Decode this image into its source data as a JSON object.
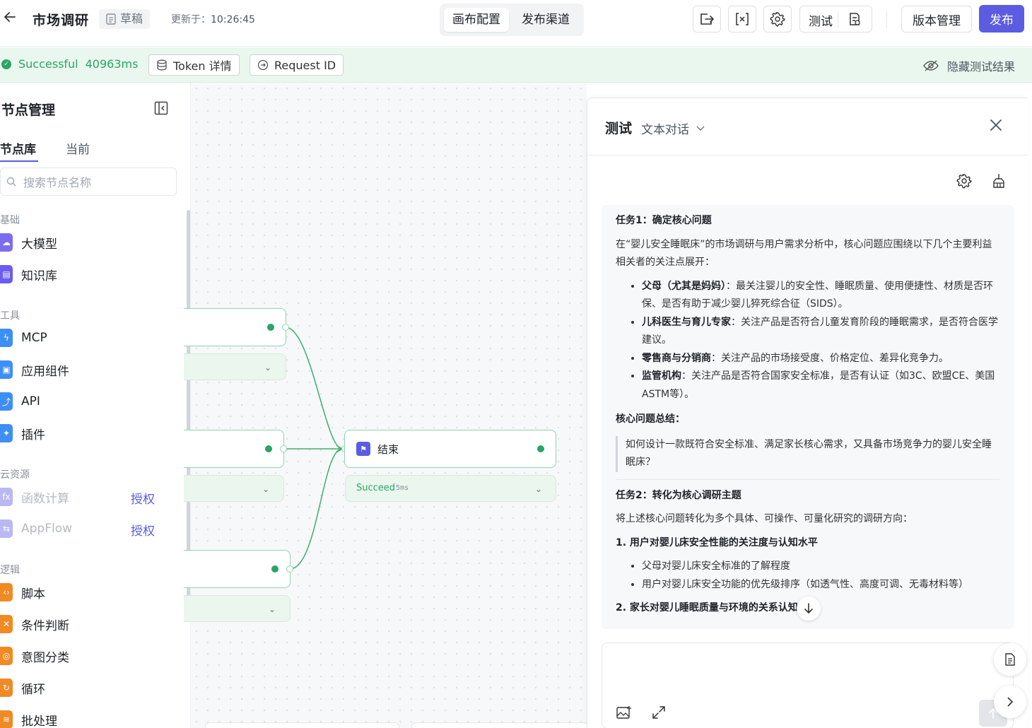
{
  "header": {
    "back_icon": "arrow-left-icon",
    "title": "市场调研",
    "draft_label": "草稿",
    "updated_label": "更新于：",
    "updated_time": "10:26:45",
    "tabs": [
      {
        "label": "画布配置",
        "active": true
      },
      {
        "label": "发布渠道",
        "active": false
      }
    ],
    "test_label": "测试",
    "version_label": "版本管理",
    "publish_label": "发布",
    "accent": "#5b5ce2"
  },
  "status": {
    "state": "Successful",
    "duration": "40963ms",
    "token_label": "Token 详情",
    "request_label": "Request ID",
    "hide_label": "隐藏测试结果",
    "color": "#2aa564"
  },
  "sidebar": {
    "title": "节点管理",
    "tabs": [
      "节点库",
      "当前"
    ],
    "search_placeholder": "搜索节点名称",
    "groups": [
      {
        "label": "基础",
        "items": [
          {
            "label": "大模型",
            "icon": "llm-icon",
            "color": "#7c6cf0"
          },
          {
            "label": "知识库",
            "icon": "book-icon",
            "color": "#6a5cf0"
          }
        ]
      },
      {
        "label": "工具",
        "items": [
          {
            "label": "MCP",
            "icon": "bolt-icon",
            "color": "#3d8ef5"
          },
          {
            "label": "应用组件",
            "icon": "component-icon",
            "color": "#3d8ef5"
          },
          {
            "label": "API",
            "icon": "api-icon",
            "color": "#3d8ef5"
          },
          {
            "label": "插件",
            "icon": "plugin-icon",
            "color": "#3d8ef5"
          }
        ]
      },
      {
        "label": "云资源",
        "items": [
          {
            "label": "函数计算",
            "icon": "function-icon",
            "color": "#b9b8f3",
            "action": "授权"
          },
          {
            "label": "AppFlow",
            "icon": "flow-icon",
            "color": "#b9b8f3",
            "action": "授权"
          }
        ]
      },
      {
        "label": "逻辑",
        "items": [
          {
            "label": "脚本",
            "icon": "script-icon",
            "color": "#f08a24"
          },
          {
            "label": "条件判断",
            "icon": "branch-icon",
            "color": "#f08a24"
          },
          {
            "label": "意图分类",
            "icon": "intent-icon",
            "color": "#f08a24"
          },
          {
            "label": "循环",
            "icon": "loop-icon",
            "color": "#f08a24"
          },
          {
            "label": "批处理",
            "icon": "batch-icon",
            "color": "#f08a24"
          }
        ]
      }
    ]
  },
  "canvas": {
    "end_node": {
      "label": "结束",
      "status": "Succeed",
      "duration": "5ms"
    }
  },
  "panel": {
    "title": "测试",
    "mode": "文本对话",
    "message": {
      "task1_title": "任务1：确定核心问题",
      "task1_intro": "在“婴儿安全睡眠床”的市场调研与用户需求分析中，核心问题应围绕以下几个主要利益相关者的关注点展开：",
      "stakeholders": [
        {
          "name": "父母（尤其是妈妈）",
          "sep": "：",
          "text": "最关注婴儿的安全性、睡眠质量、使用便捷性、材质是否环保、是否有助于减少婴儿猝死综合征（SIDS）。"
        },
        {
          "name": "儿科医生与育儿专家",
          "sep": "：",
          "text": "关注产品是否符合儿童发育阶段的睡眠需求，是否符合医学建议。"
        },
        {
          "name": "零售商与分销商",
          "sep": "：",
          "text": "关注产品的市场接受度、价格定位、差异化竞争力。"
        },
        {
          "name": "监管机构",
          "sep": "：",
          "text": "关注产品是否符合国家安全标准，是否有认证（如3C、欧盟CE、美国ASTM等）。"
        }
      ],
      "summary_title": "核心问题总结：",
      "summary_quote": "如何设计一款既符合安全标准、满足家长核心需求，又具备市场竞争力的婴儿安全睡眠床？",
      "task2_title": "任务2：转化为核心调研主题",
      "task2_intro": "将上述核心问题转化为多个具体、可操作、可量化研究的调研方向：",
      "topic1": "1. 用户对婴儿床安全性能的关注度与认知水平",
      "topic1_items": [
        "父母对婴儿床安全标准的了解程度",
        "用户对婴儿床安全功能的优先级排序（如透气性、高度可调、无毒材料等）"
      ],
      "topic2": "2. 家长对婴儿睡眠质量与环境的关系认知"
    }
  }
}
